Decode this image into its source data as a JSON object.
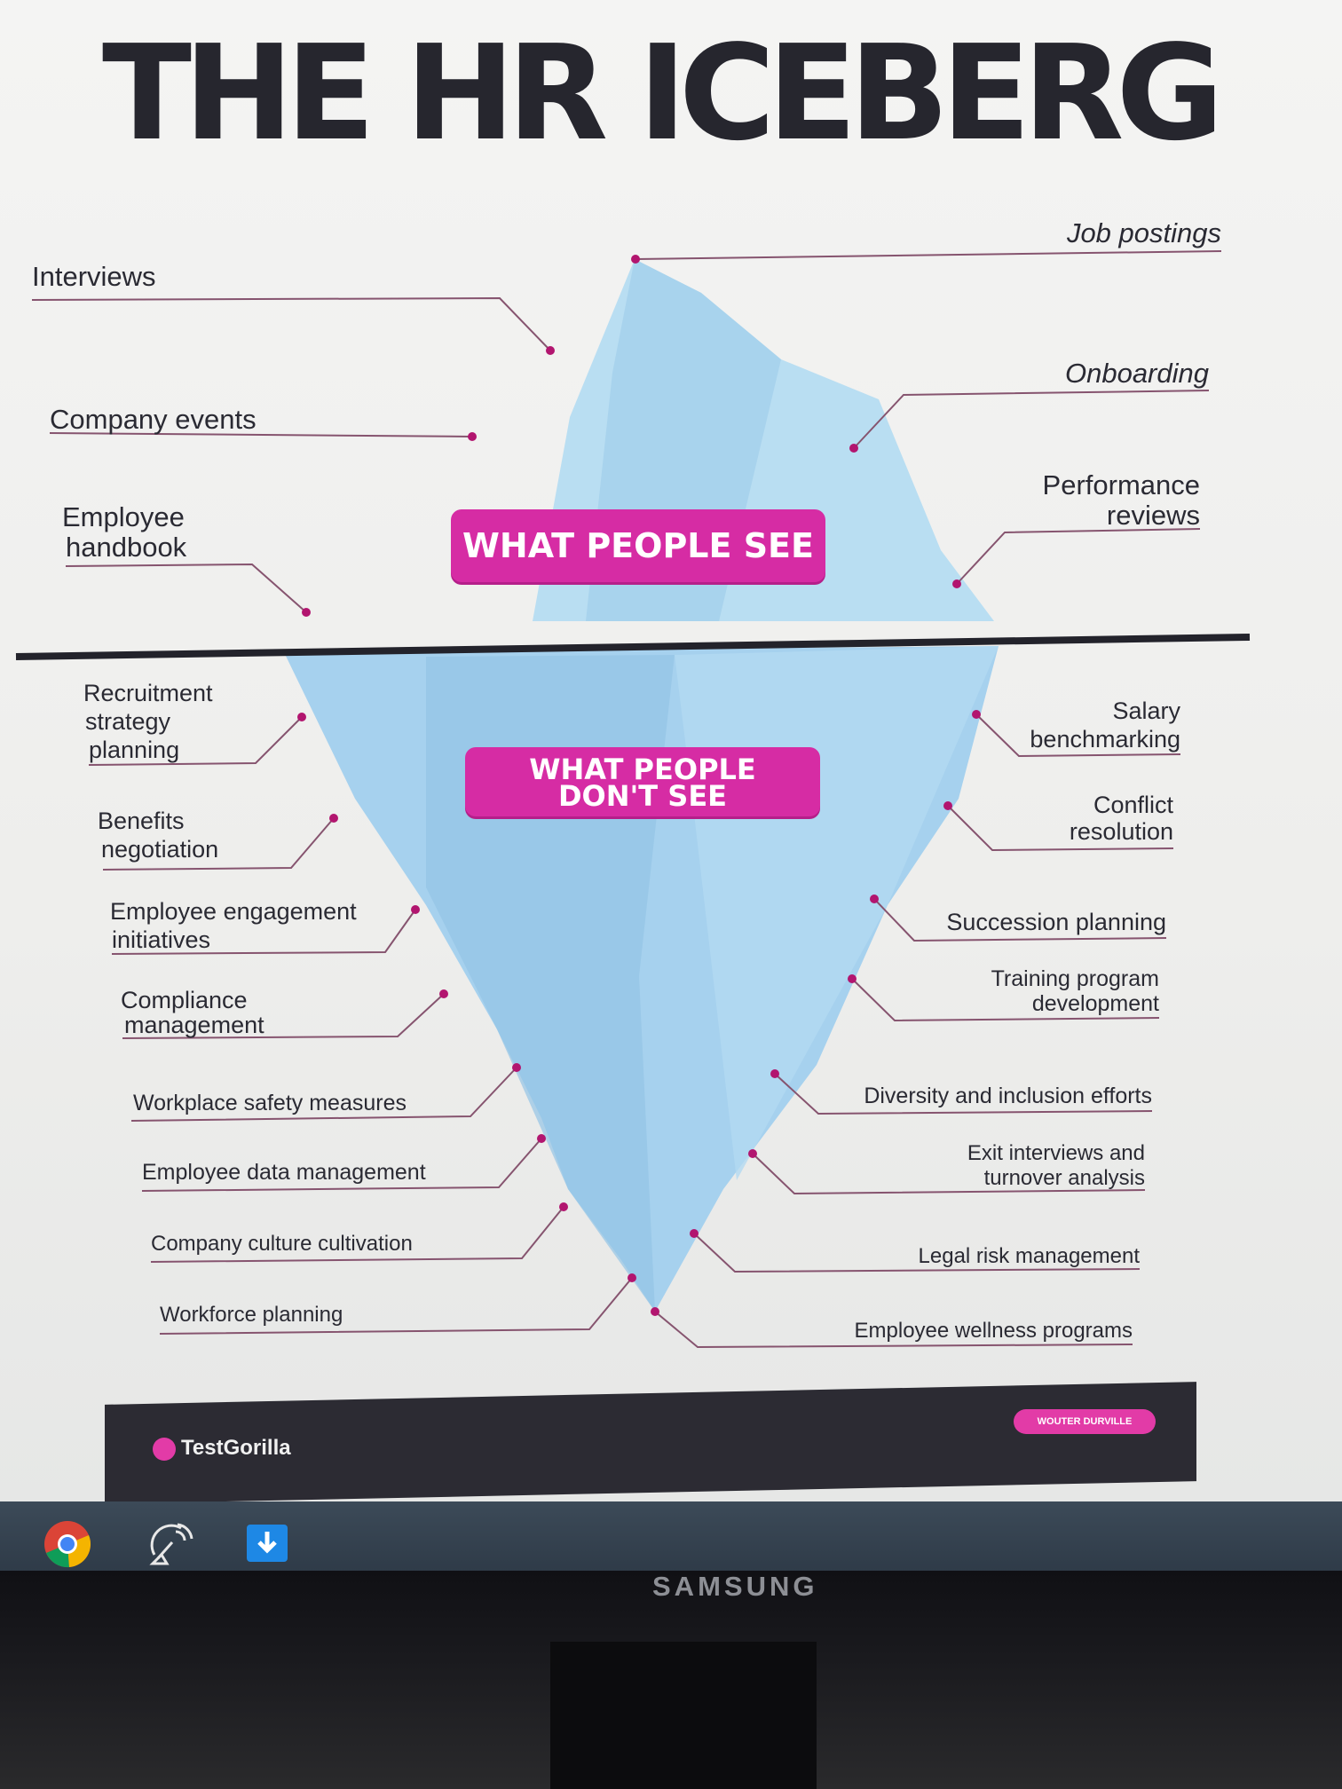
{
  "poster": {
    "title": "THE HR ICEBERG",
    "above_label": "WHAT PEOPLE SEE",
    "below_label_line1": "WHAT PEOPLE",
    "below_label_line2": "DON'T SEE",
    "left_top": {
      "interviews": "Interviews",
      "company_events": "Company events",
      "handbook_1": "Employee",
      "handbook_2": "handbook"
    },
    "right_top": {
      "job_postings": "Job postings",
      "onboarding": "Onboarding",
      "perf_1": "Performance",
      "perf_2": "reviews"
    },
    "left_bottom": {
      "recruit_1": "Recruitment",
      "recruit_2": "strategy",
      "recruit_3": "planning",
      "benefits_1": "Benefits",
      "benefits_2": "negotiation",
      "engage_1": "Employee engagement",
      "engage_2": "initiatives",
      "compliance_1": "Compliance",
      "compliance_2": "management",
      "safety": "Workplace safety measures",
      "data_mgmt": "Employee data management",
      "culture": "Company culture cultivation",
      "workforce": "Workforce planning"
    },
    "right_bottom": {
      "salary_1": "Salary",
      "salary_2": "benchmarking",
      "conflict_1": "Conflict",
      "conflict_2": "resolution",
      "succession": "Succession planning",
      "training_1": "Training program",
      "training_2": "development",
      "diversity": "Diversity and inclusion efforts",
      "exit_1": "Exit interviews and",
      "exit_2": "turnover analysis",
      "legal": "Legal risk management",
      "wellness": "Employee wellness programs"
    },
    "footer_brand": "TestGorilla",
    "footer_credit": "WOUTER DURVILLE"
  },
  "monitor_brand": "SAMSUNG",
  "taskbar_icons": [
    "chrome-icon",
    "satellite-dish-icon",
    "download-icon"
  ],
  "colors": {
    "accent": "#d62ca4",
    "ice": "#a9d3ec",
    "ink": "#26262e"
  }
}
